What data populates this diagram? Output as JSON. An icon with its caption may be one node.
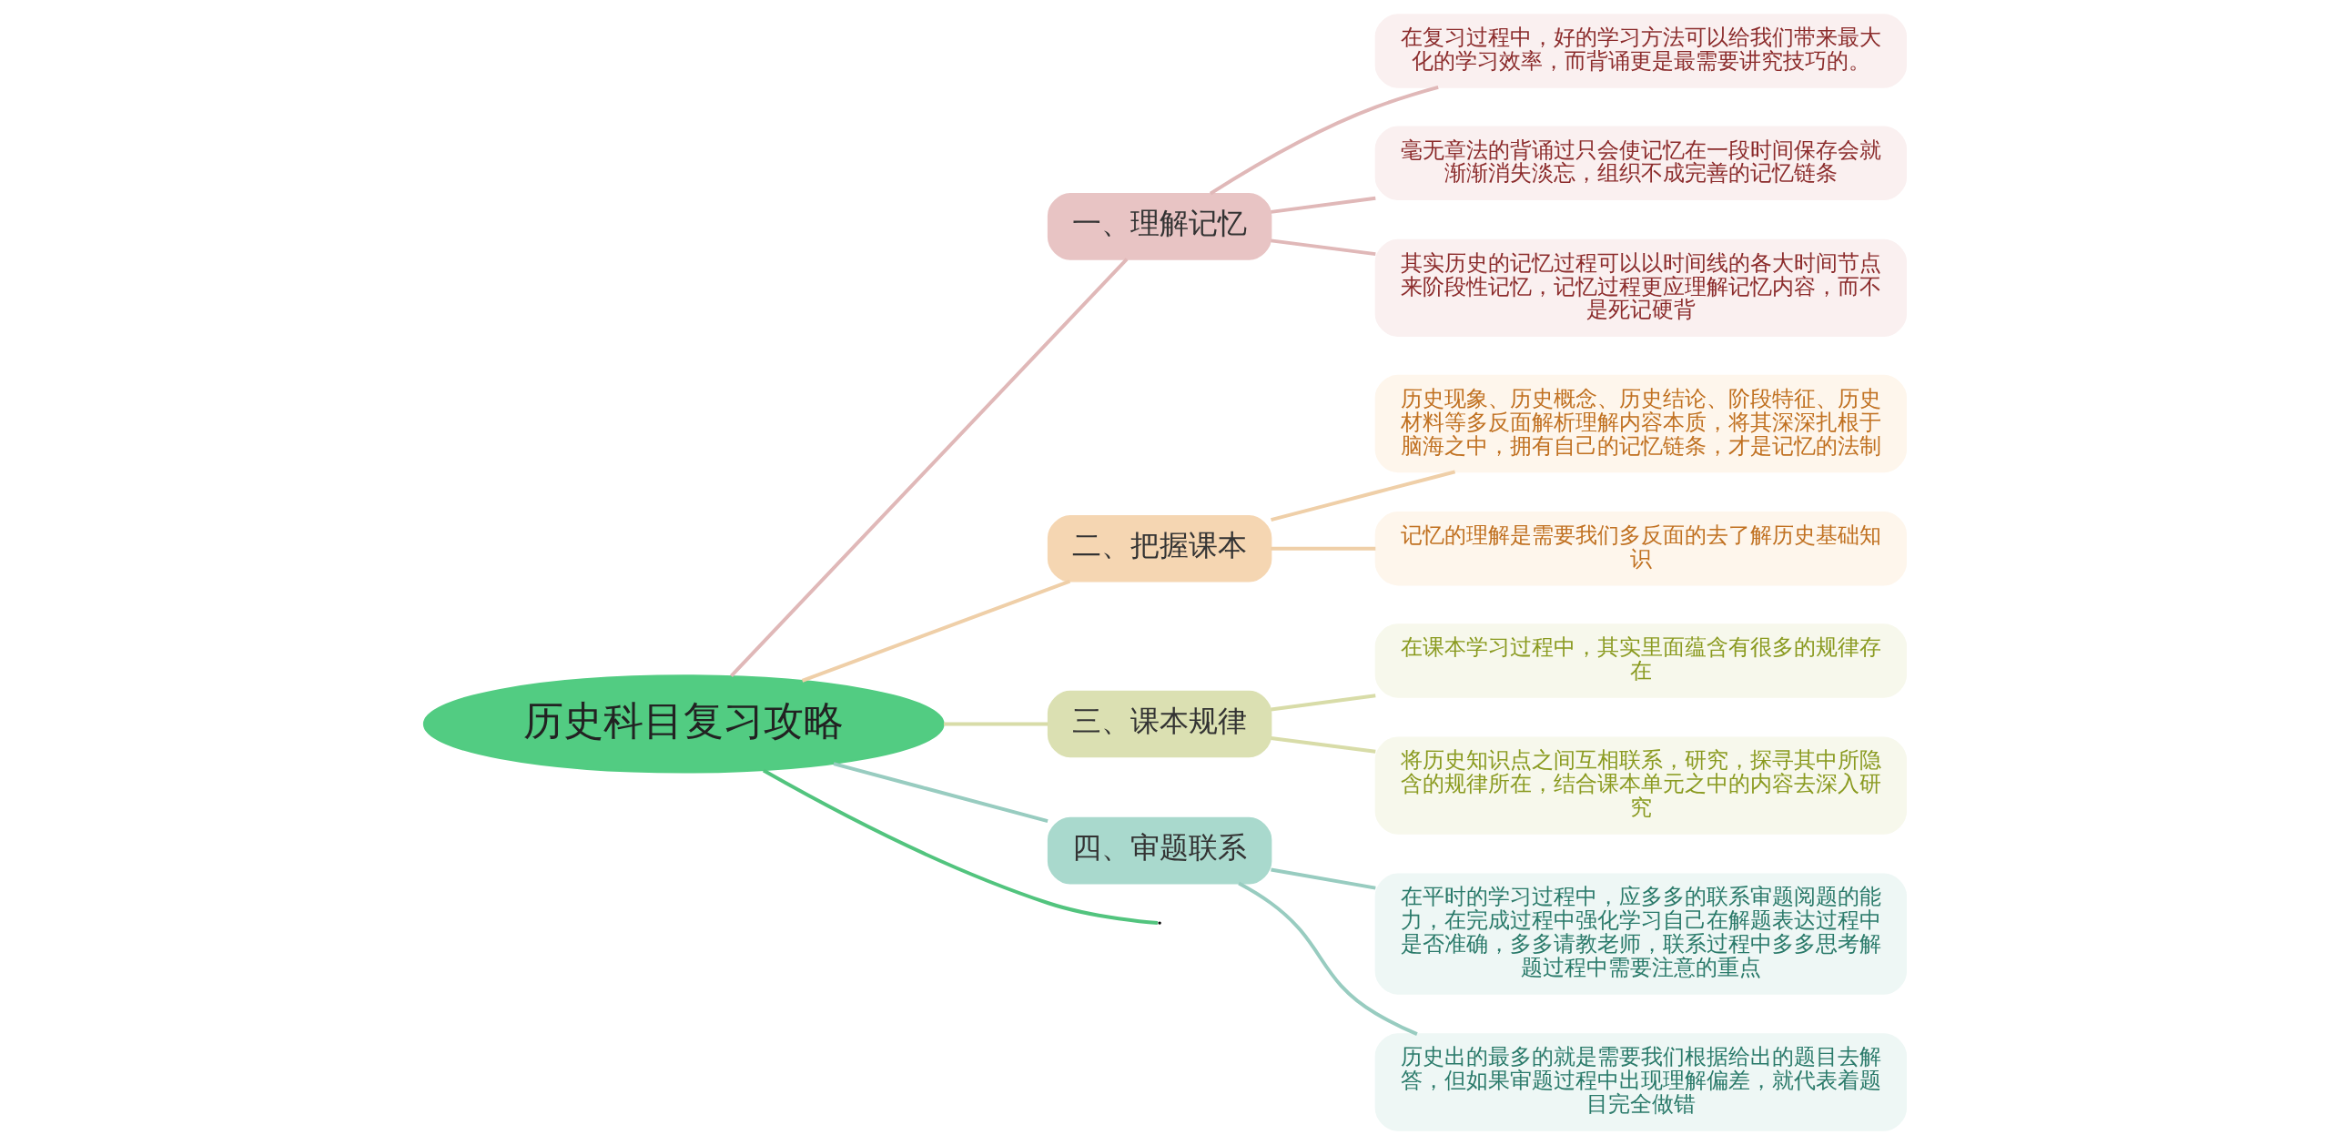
{
  "diagram": {
    "nodes": [
      {
        "text": [
          "历史科目复习攻略"
        ]
      },
      {
        "text": [
          "一、理解记忆"
        ]
      },
      {
        "text": [
          "在复习过程中，好的学习方法可以给我们带来最大化的学习效率，而背诵更是最需要讲究技巧的。"
        ]
      },
      {
        "text": [
          "毫无章法的背诵过只会使记忆在一段时间保存会就渐渐消失淡忘，组织不成完善的记忆链条"
        ]
      },
      {
        "text": [
          "其实历史的记忆过程可以以时间线的各大时间节点来阶段性记忆，记忆过程更应理解记忆内容，而不是死记硬背"
        ]
      },
      {
        "text": [
          "历史现象、历史概念、历史结论、阶段特征、历史材料等多反面解析理解内容本质，将其深深扎根于脑海之中，拥有自己的记忆链条，才是记忆的法制"
        ]
      },
      {
        "text": [
          "记忆的理解是需要我们多反面的去了解历史基础知识"
        ]
      },
      {
        "text": [
          "二、把握课本"
        ]
      },
      {
        "text": [
          "三、课本规律"
        ]
      },
      {
        "text": [
          "在课本学习过程中，其实里面蕴含有很多的规律存在"
        ]
      },
      {
        "text": [
          "将历史知识点之间互相联系，研究，探寻其中所隐含的规律所在，结合课本单元之中的内容去深入研究"
        ]
      },
      {
        "text": [
          "在平时的学习过程中，应多多的联系审题阅题的能力，在完成过程中强化学习自己在解题表达过程中是否准确，多多请教老师，联系过程中多多思考解题过程中需要注意的重点"
        ]
      },
      {
        "text": [
          "历史出的最多的就是需要我们根据给出的题目去解答，但如果审题过程中出现理解偏差，就代表着题目完全做错"
        ]
      },
      {
        "text": [
          "四、审题联系"
        ]
      }
    ],
    "edges": [
      {
        "from": 0,
        "to": 1,
        "arrow": "none",
        "color": "#e0b8b8"
      },
      {
        "from": 1,
        "to": 2,
        "arrow": "none",
        "color": "#e0b8b8"
      },
      {
        "from": 1,
        "to": 3,
        "arrow": "none",
        "color": "#e0b8b8"
      },
      {
        "from": 1,
        "to": 4,
        "arrow": "none",
        "color": "#e0b8b8"
      },
      {
        "from": 0,
        "to": 7,
        "arrow": "none",
        "color": "#efcfa8"
      },
      {
        "from": 7,
        "to": 5,
        "arrow": "none",
        "color": "#efcfa8"
      },
      {
        "from": 7,
        "to": 6,
        "arrow": "none",
        "color": "#efcfa8"
      },
      {
        "from": 0,
        "to": 8,
        "arrow": "none",
        "color": "#d8dca8"
      },
      {
        "from": 8,
        "to": 9,
        "arrow": "none",
        "color": "#d8dca8"
      },
      {
        "from": 8,
        "to": 10,
        "arrow": "none",
        "color": "#d8dca8"
      },
      {
        "from": 0,
        "to": 13,
        "arrow": "none",
        "color": "#98ccc0"
      },
      {
        "from": 13,
        "to": 11,
        "arrow": "none",
        "color": "#98ccc0"
      },
      {
        "from": 13,
        "to": 12,
        "arrow": "none",
        "color": "#98ccc0"
      },
      {
        "from": 0,
        "to": null,
        "arrow": "none",
        "color": "#52c47e"
      }
    ]
  }
}
